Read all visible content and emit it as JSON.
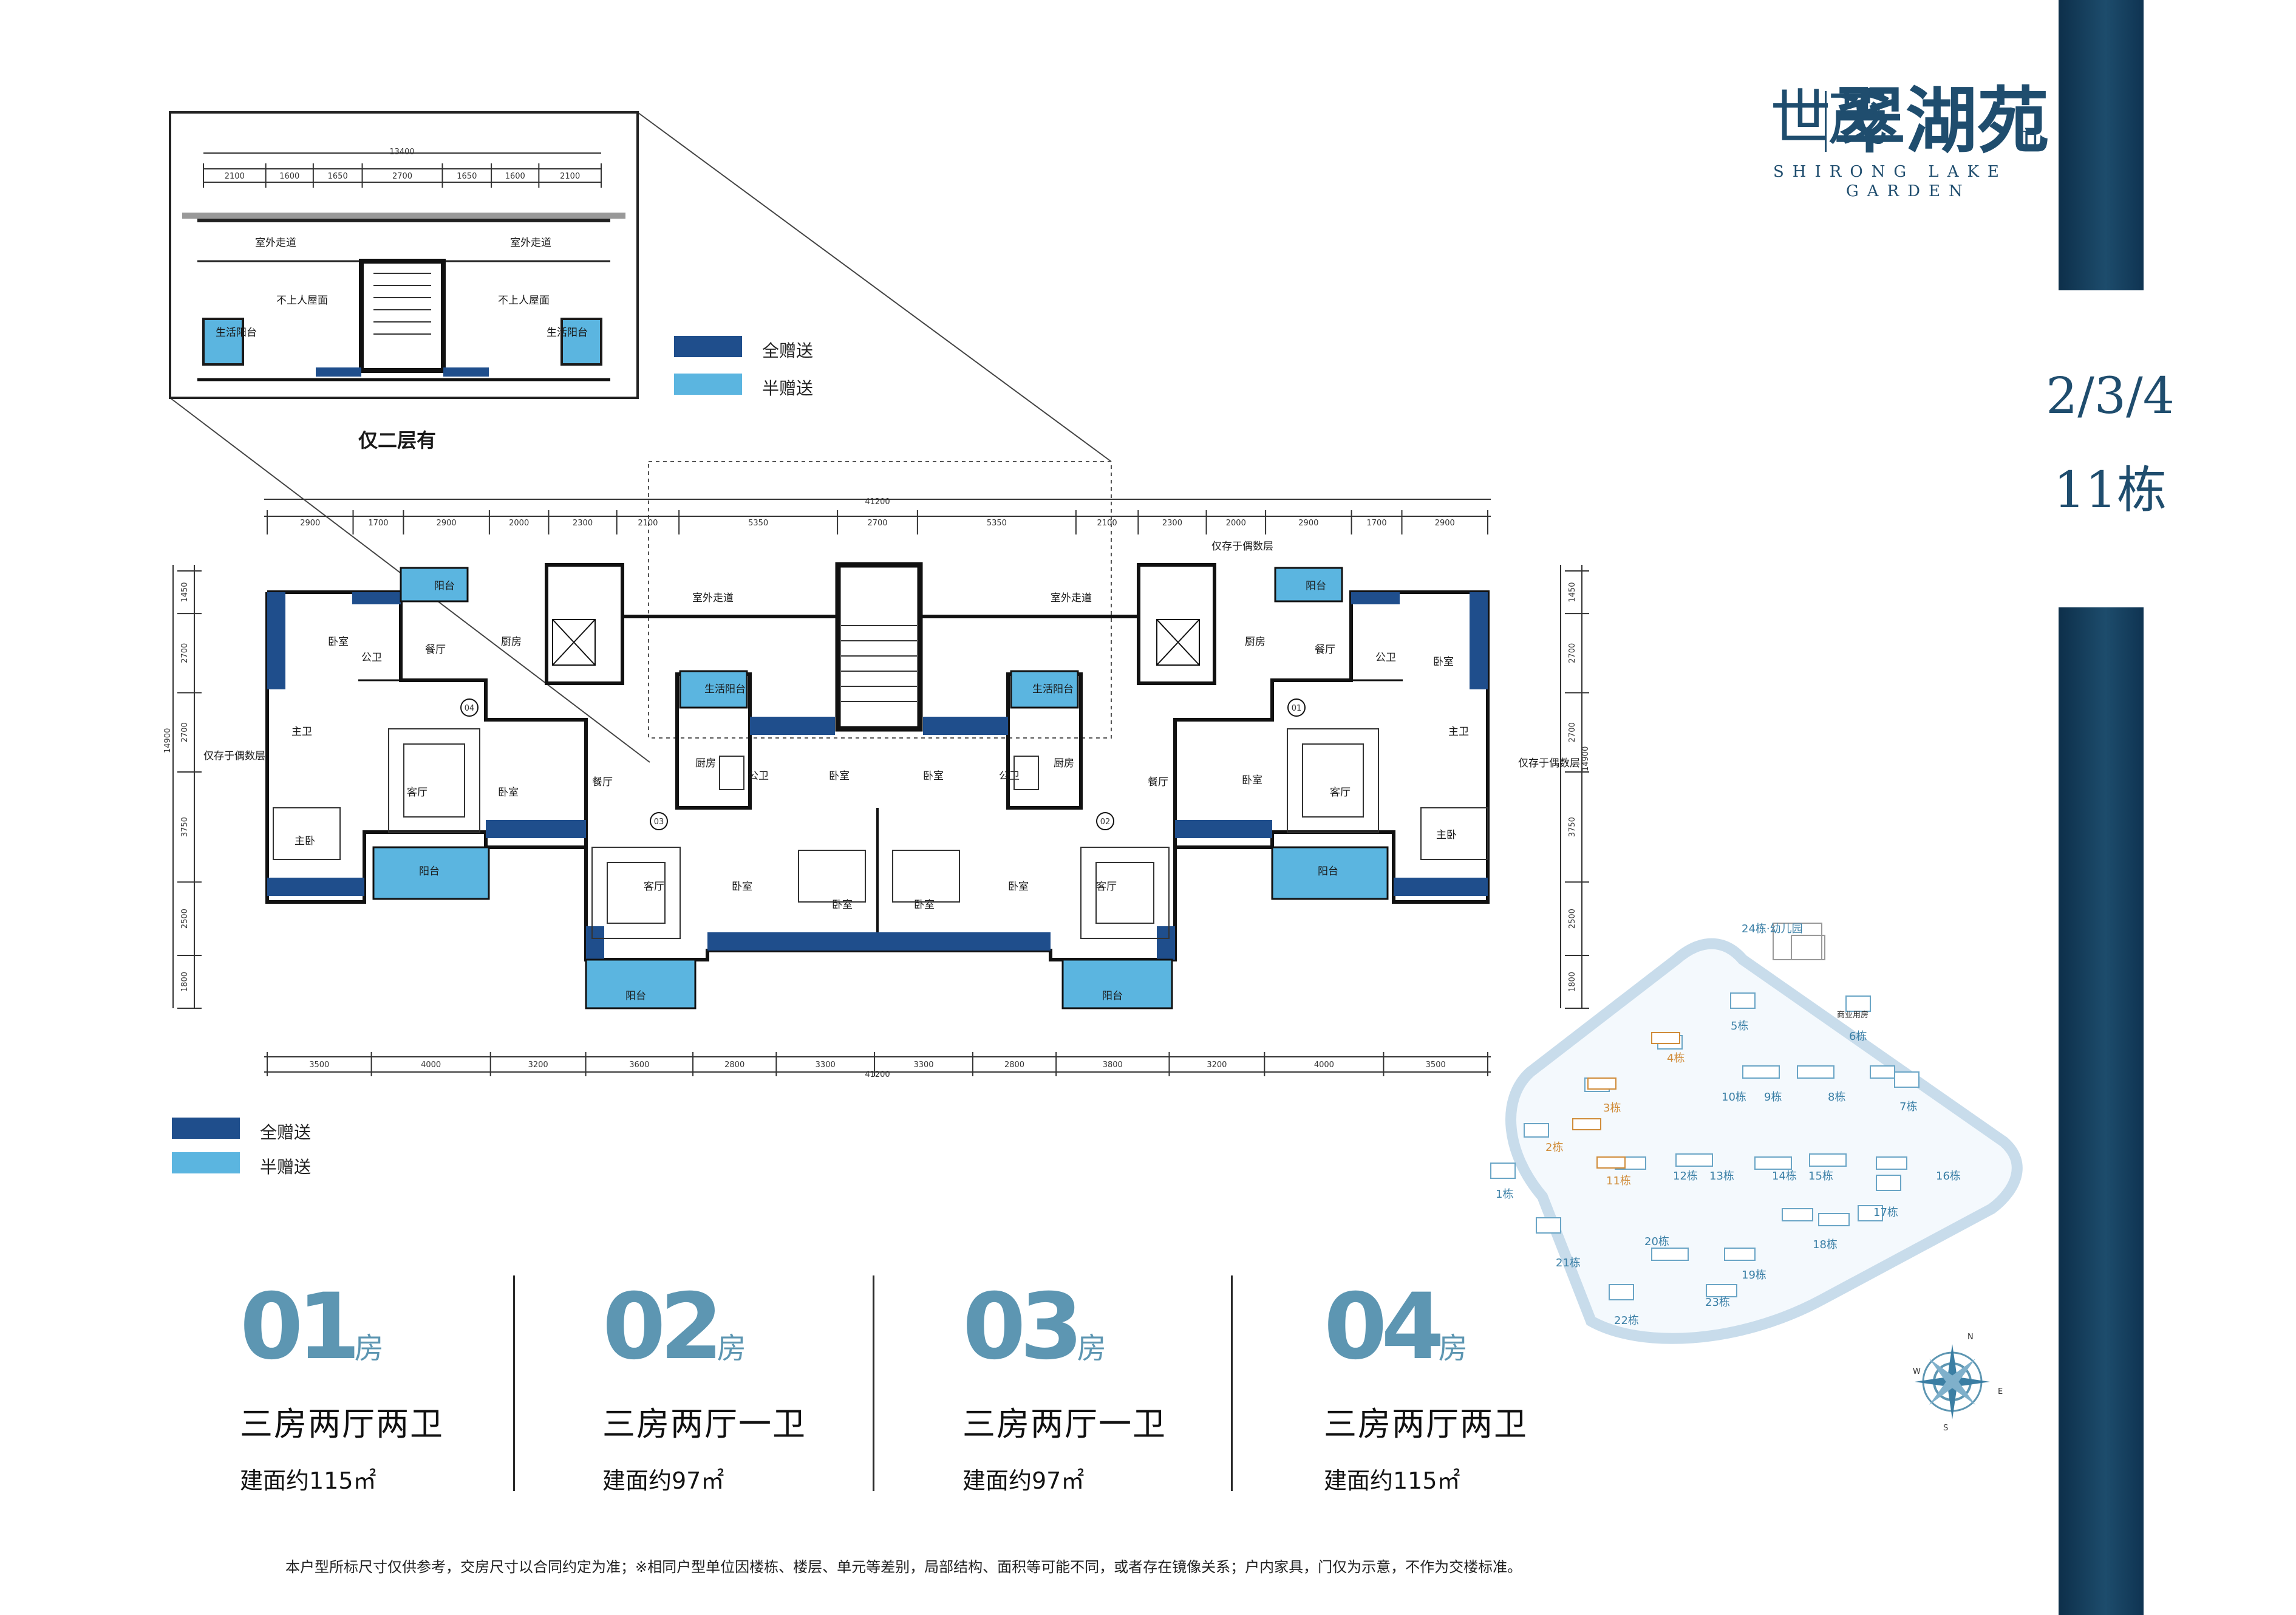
{
  "brand": {
    "name_cn_1": "世茂",
    "name_cn_2": "翠湖苑",
    "name_sup": "II",
    "name_en_1": "SHIRONG LAKE",
    "name_en_2": "GARDEN"
  },
  "building": {
    "floors": "2/3/4",
    "name": "11栋"
  },
  "colors": {
    "full_gift": "#1f4e8c",
    "half_gift": "#5bb5e0",
    "accent": "#5d96b2",
    "band": "#1d4c6c"
  },
  "legend": {
    "full_gift": "全赠送",
    "half_gift": "半赠送"
  },
  "inset": {
    "title": "仅二层有",
    "total_dim": "13400",
    "dims": [
      "2100",
      "1600",
      "1650",
      "2700",
      "1650",
      "1600",
      "2100"
    ],
    "rooms": [
      "室外走道",
      "室外走道",
      "不上人屋面",
      "不上人屋面",
      "生活阳台",
      "生活阳台"
    ]
  },
  "plan": {
    "total_dim_top": "41200",
    "total_dim_bottom": "41200",
    "top_dims": [
      "2900",
      "1700",
      "2900",
      "2000",
      "2300",
      "2100",
      "5350",
      "2700",
      "5350",
      "2100",
      "2300",
      "2000",
      "2900",
      "1700",
      "2900"
    ],
    "bottom_dims": [
      "3500",
      "4000",
      "3200",
      "3600",
      "2800",
      "3300",
      "3300",
      "2800",
      "3800",
      "3200",
      "4000",
      "3500"
    ],
    "left_dims": [
      "1450",
      "2700",
      "2700",
      "3750",
      "2500",
      "1800"
    ],
    "right_dims": [
      "1450",
      "2700",
      "2700",
      "3750",
      "2500",
      "1800"
    ],
    "left_total": "14900",
    "right_total": "14900",
    "room_labels": {
      "balcony": "阳台",
      "living_balcony": "生活阳台",
      "bedroom": "卧室",
      "master_bedroom": "主卧",
      "public_bath": "公卫",
      "master_bath": "主卫",
      "dining": "餐厅",
      "kitchen": "厨房",
      "living": "客厅",
      "corridor": "室外走道",
      "even_only": "仅存于偶数层"
    },
    "unit_tags": [
      "04",
      "03",
      "02",
      "01"
    ]
  },
  "site_map": {
    "buildings": [
      "24栋·幼儿园",
      "5栋",
      "6栋",
      "4栋",
      "3栋",
      "2栋",
      "1栋",
      "7栋",
      "8栋",
      "9栋",
      "10栋",
      "11栋",
      "12栋",
      "13栋",
      "14栋",
      "15栋",
      "16栋",
      "17栋",
      "18栋",
      "19栋",
      "20栋",
      "21栋",
      "22栋",
      "23栋",
      "商业用房"
    ],
    "compass": [
      "N",
      "E",
      "S",
      "W"
    ]
  },
  "units": [
    {
      "num": "01",
      "fang": "房",
      "type": "三房两厅两卫",
      "area": "建面约115㎡"
    },
    {
      "num": "02",
      "fang": "房",
      "type": "三房两厅一卫",
      "area": "建面约97㎡"
    },
    {
      "num": "03",
      "fang": "房",
      "type": "三房两厅一卫",
      "area": "建面约97㎡"
    },
    {
      "num": "04",
      "fang": "房",
      "type": "三房两厅两卫",
      "area": "建面约115㎡"
    }
  ],
  "footnote": "本户型所标尺寸仅供参考，交房尺寸以合同约定为准；※相同户型单位因楼栋、楼层、单元等差别，局部结构、面积等可能不同，或者存在镜像关系；户内家具，门仅为示意，不作为交楼标准。"
}
